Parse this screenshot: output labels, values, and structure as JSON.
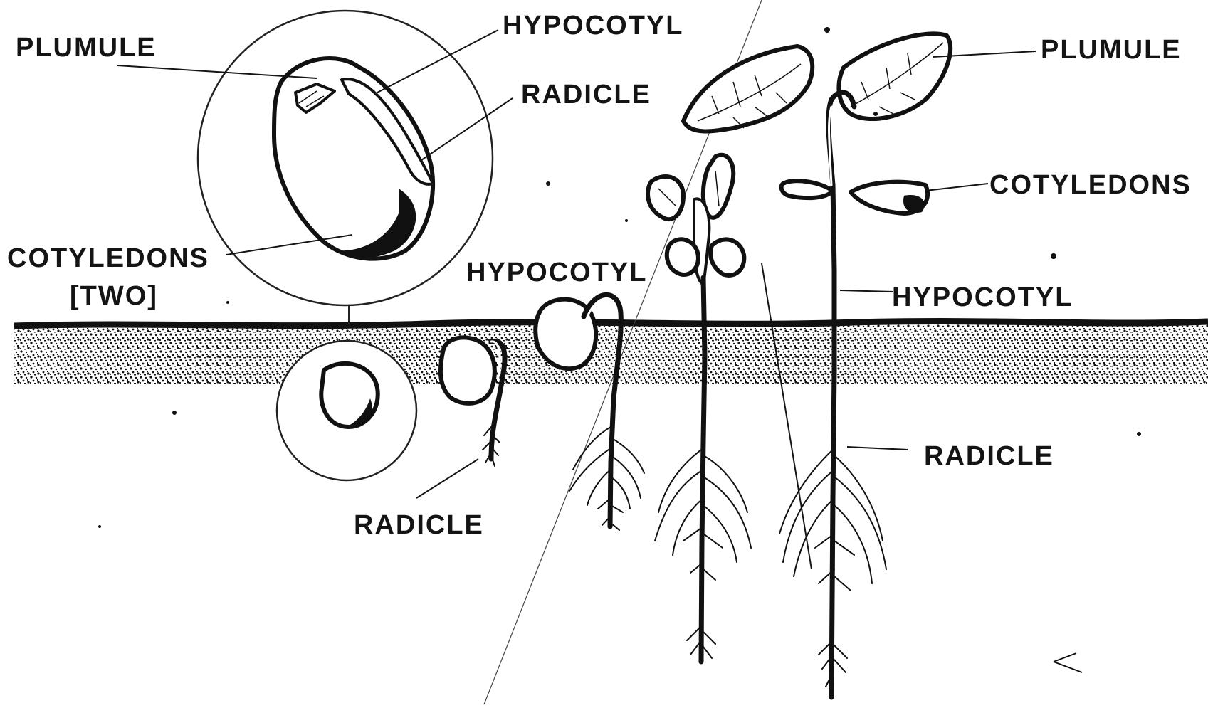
{
  "diagram": {
    "stage1": {
      "label_plumule": "PLUMULE",
      "label_hypocotyl": "HYPOCOTYL",
      "label_radicle": "RADICLE",
      "label_cotyledons": "COTYLEDONS",
      "label_cotyledons_count": "[TWO]"
    },
    "stage3": {
      "label_hypocotyl": "HYPOCOTYL"
    },
    "stage2": {
      "label_radicle": "RADICLE"
    },
    "stage5": {
      "label_plumule": "PLUMULE",
      "label_cotyledons": "COTYLEDONS",
      "label_hypocotyl": "HYPOCOTYL",
      "label_radicle": "RADICLE"
    }
  },
  "colors": {
    "ink": "#111111",
    "paper": "#ffffff"
  }
}
